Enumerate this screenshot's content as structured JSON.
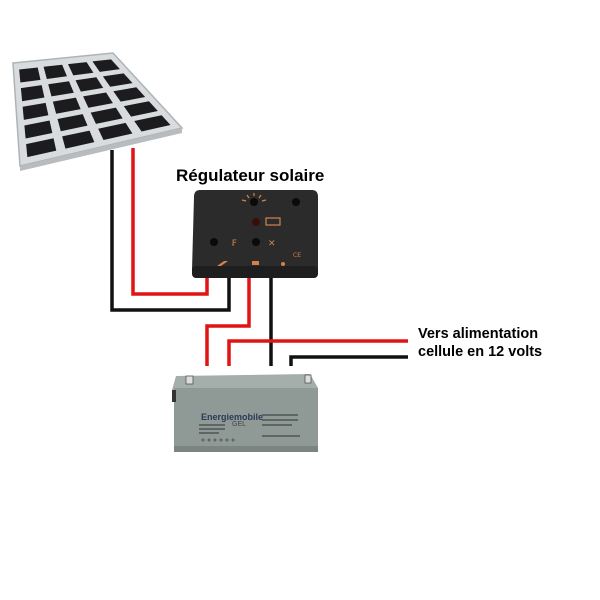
{
  "labels": {
    "regulator_title": "Régulateur solaire",
    "output_line1": "Vers alimentation",
    "output_line2": "cellule en 12 volts"
  },
  "battery": {
    "brand": "Energiemobile",
    "type": "GEL"
  },
  "colors": {
    "positive_wire": "#e01414",
    "negative_wire": "#111111",
    "panel_cell": "#1c1c1e",
    "regulator": "#2b2b2b",
    "battery": "#8f9a97"
  }
}
